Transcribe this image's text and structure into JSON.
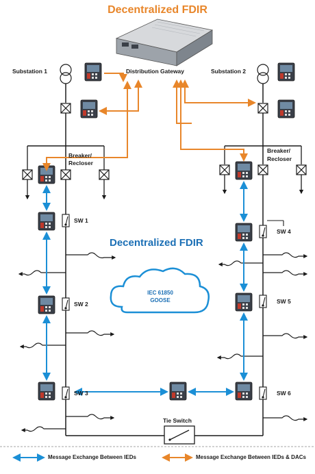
{
  "title": "Decentralized FDIR",
  "subtitle": "Decentralized FDIR",
  "gateway_label": "Distribution Gateway",
  "substations": [
    "Substation 1",
    "Substation 2"
  ],
  "breaker_label_1": "Breaker/",
  "breaker_label_2": "Recloser",
  "switches": [
    "SW 1",
    "SW 2",
    "SW 3",
    "SW 4",
    "SW 5",
    "SW 6"
  ],
  "cloud_line1": "IEC 61850",
  "cloud_line2": "GOOSE",
  "tie_switch": "Tie Switch",
  "legend": {
    "ieds": "Message Exchange Between IEDs",
    "ieds_dacs": "Message Exchange Between IEDs & DACs"
  },
  "colors": {
    "blue": "#1b8fd6",
    "orange": "#e8862a",
    "line": "#1a1a1a"
  }
}
